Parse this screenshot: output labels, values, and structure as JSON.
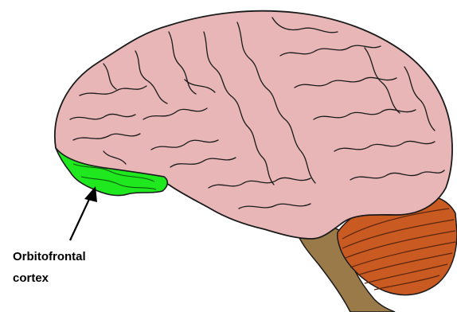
{
  "diagram": {
    "label": {
      "line1": "Orbitofrontal",
      "line2": "cortex"
    },
    "colors": {
      "cerebrum": "#e8b6b6",
      "orbitofrontal": "#1fe81f",
      "cerebellum": "#c85a22",
      "brainstem": "#9b7a4a",
      "outline": "#1a1a1a",
      "arrow": "#000000",
      "background": "#ffffff"
    },
    "icons": {
      "brain": "brain-illustration",
      "arrow": "arrow-icon"
    }
  }
}
